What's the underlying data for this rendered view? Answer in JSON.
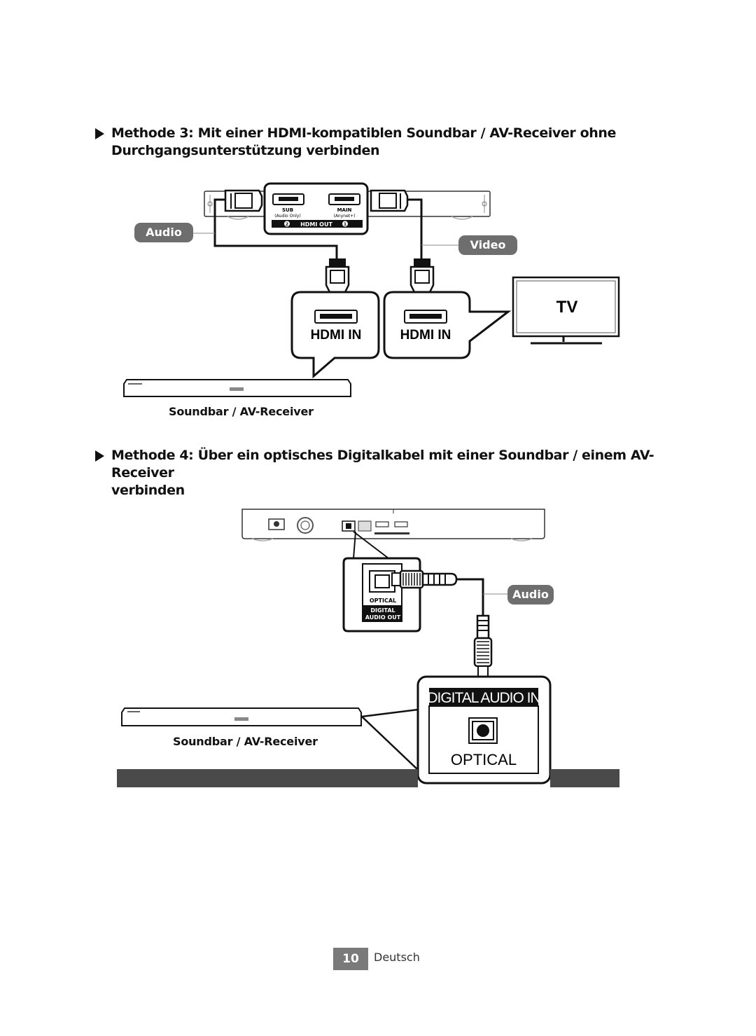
{
  "method3": {
    "heading_line1": "Methode 3: Mit einer HDMI-kompatiblen Soundbar / AV-Receiver ohne",
    "heading_line2": "Durchgangsunterstützung verbinden",
    "tag_audio": "Audio",
    "tag_video": "Video",
    "port_sub": "SUB",
    "port_sub_note": "(Audio Only)",
    "port_main": "MAIN",
    "port_main_note": "(Anynet+)",
    "hdmi_out_label": "HDMI OUT",
    "hdmi_out_num_sub": "2",
    "hdmi_out_num_main": "1",
    "hdmi_in_left": "HDMI IN",
    "hdmi_in_right": "HDMI IN",
    "tv_label": "TV",
    "soundbar_caption": "Soundbar / AV-Receiver"
  },
  "method4": {
    "heading_line1": "Methode 4: Über ein optisches Digitalkabel mit einer Soundbar / einem AV-Receiver",
    "heading_line2": "verbinden",
    "tag_audio": "Audio",
    "player_optical": "OPTICAL",
    "player_digital_out_1": "DIGITAL",
    "player_digital_out_2": "AUDIO OUT",
    "digital_audio_in": "DIGITAL AUDIO IN",
    "optical_label": "OPTICAL",
    "soundbar_caption": "Soundbar / AV-Receiver"
  },
  "footer": {
    "page_number": "10",
    "language": "Deutsch"
  },
  "colors": {
    "tag_gray": "#6e6e6e",
    "dark_bar": "#4a4a4a",
    "page_box": "#7a7a7a"
  }
}
